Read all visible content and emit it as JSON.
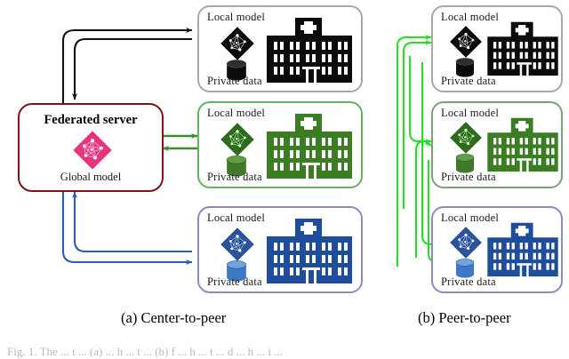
{
  "figure": {
    "panels": [
      {
        "id": "a",
        "caption": "(a) Center-to-peer"
      },
      {
        "id": "b",
        "caption": "(b) Peer-to-peer"
      }
    ],
    "bottom_caption": "Fig. 1.    The   ... t ...     (a)   ... h ... t ...      (b) f ... h ... t ... d ... h ... i ...",
    "server": {
      "title": "Federated server",
      "subtitle": "Global model",
      "border_color": "#7a1518",
      "model_icon": "network-diamond-icon",
      "model_icon_color": "#e8347f"
    },
    "nodes": [
      {
        "id": "node-black-a",
        "top_label": "Local model",
        "bottom_label": "Private data",
        "border_color": "#a8a8a8",
        "theme_color": "#0b0b0b",
        "model_icon": "network-diamond-icon",
        "data_icon": "database-cylinder-icon",
        "building_icon": "hospital-icon"
      },
      {
        "id": "node-green-a",
        "top_label": "Local model",
        "bottom_label": "Private data",
        "border_color": "#63b363",
        "theme_color": "#3a7d22",
        "model_icon": "network-diamond-icon",
        "data_icon": "database-cylinder-icon",
        "building_icon": "hospital-icon"
      },
      {
        "id": "node-blue-a",
        "top_label": "Local model",
        "bottom_label": "Private data",
        "border_color": "#8a8cc0",
        "theme_color": "#1e4d9b",
        "model_icon": "network-diamond-icon",
        "data_icon": "database-cylinder-icon",
        "building_icon": "hospital-icon"
      },
      {
        "id": "node-black-b",
        "top_label": "Local model",
        "bottom_label": "Private data",
        "border_color": "#a8a8a8",
        "theme_color": "#0b0b0b",
        "model_icon": "network-diamond-icon",
        "data_icon": "database-cylinder-icon",
        "building_icon": "hospital-icon"
      },
      {
        "id": "node-green-b",
        "top_label": "Local model",
        "bottom_label": "Private data",
        "border_color": "#7ba37b",
        "theme_color": "#3a7d22",
        "model_icon": "network-diamond-icon",
        "data_icon": "database-cylinder-icon",
        "building_icon": "hospital-icon"
      },
      {
        "id": "node-blue-b",
        "top_label": "Local model",
        "bottom_label": "Private data",
        "border_color": "#8a8cc0",
        "theme_color": "#1e4d9b",
        "model_icon": "network-diamond-icon",
        "data_icon": "database-cylinder-icon",
        "building_icon": "hospital-icon"
      }
    ],
    "arrows": {
      "center_to_peer_black": "#111111",
      "center_to_peer_green": "#3f8c2f",
      "center_to_peer_blue": "#2b5fae",
      "peer_to_peer": "#21e021"
    }
  }
}
